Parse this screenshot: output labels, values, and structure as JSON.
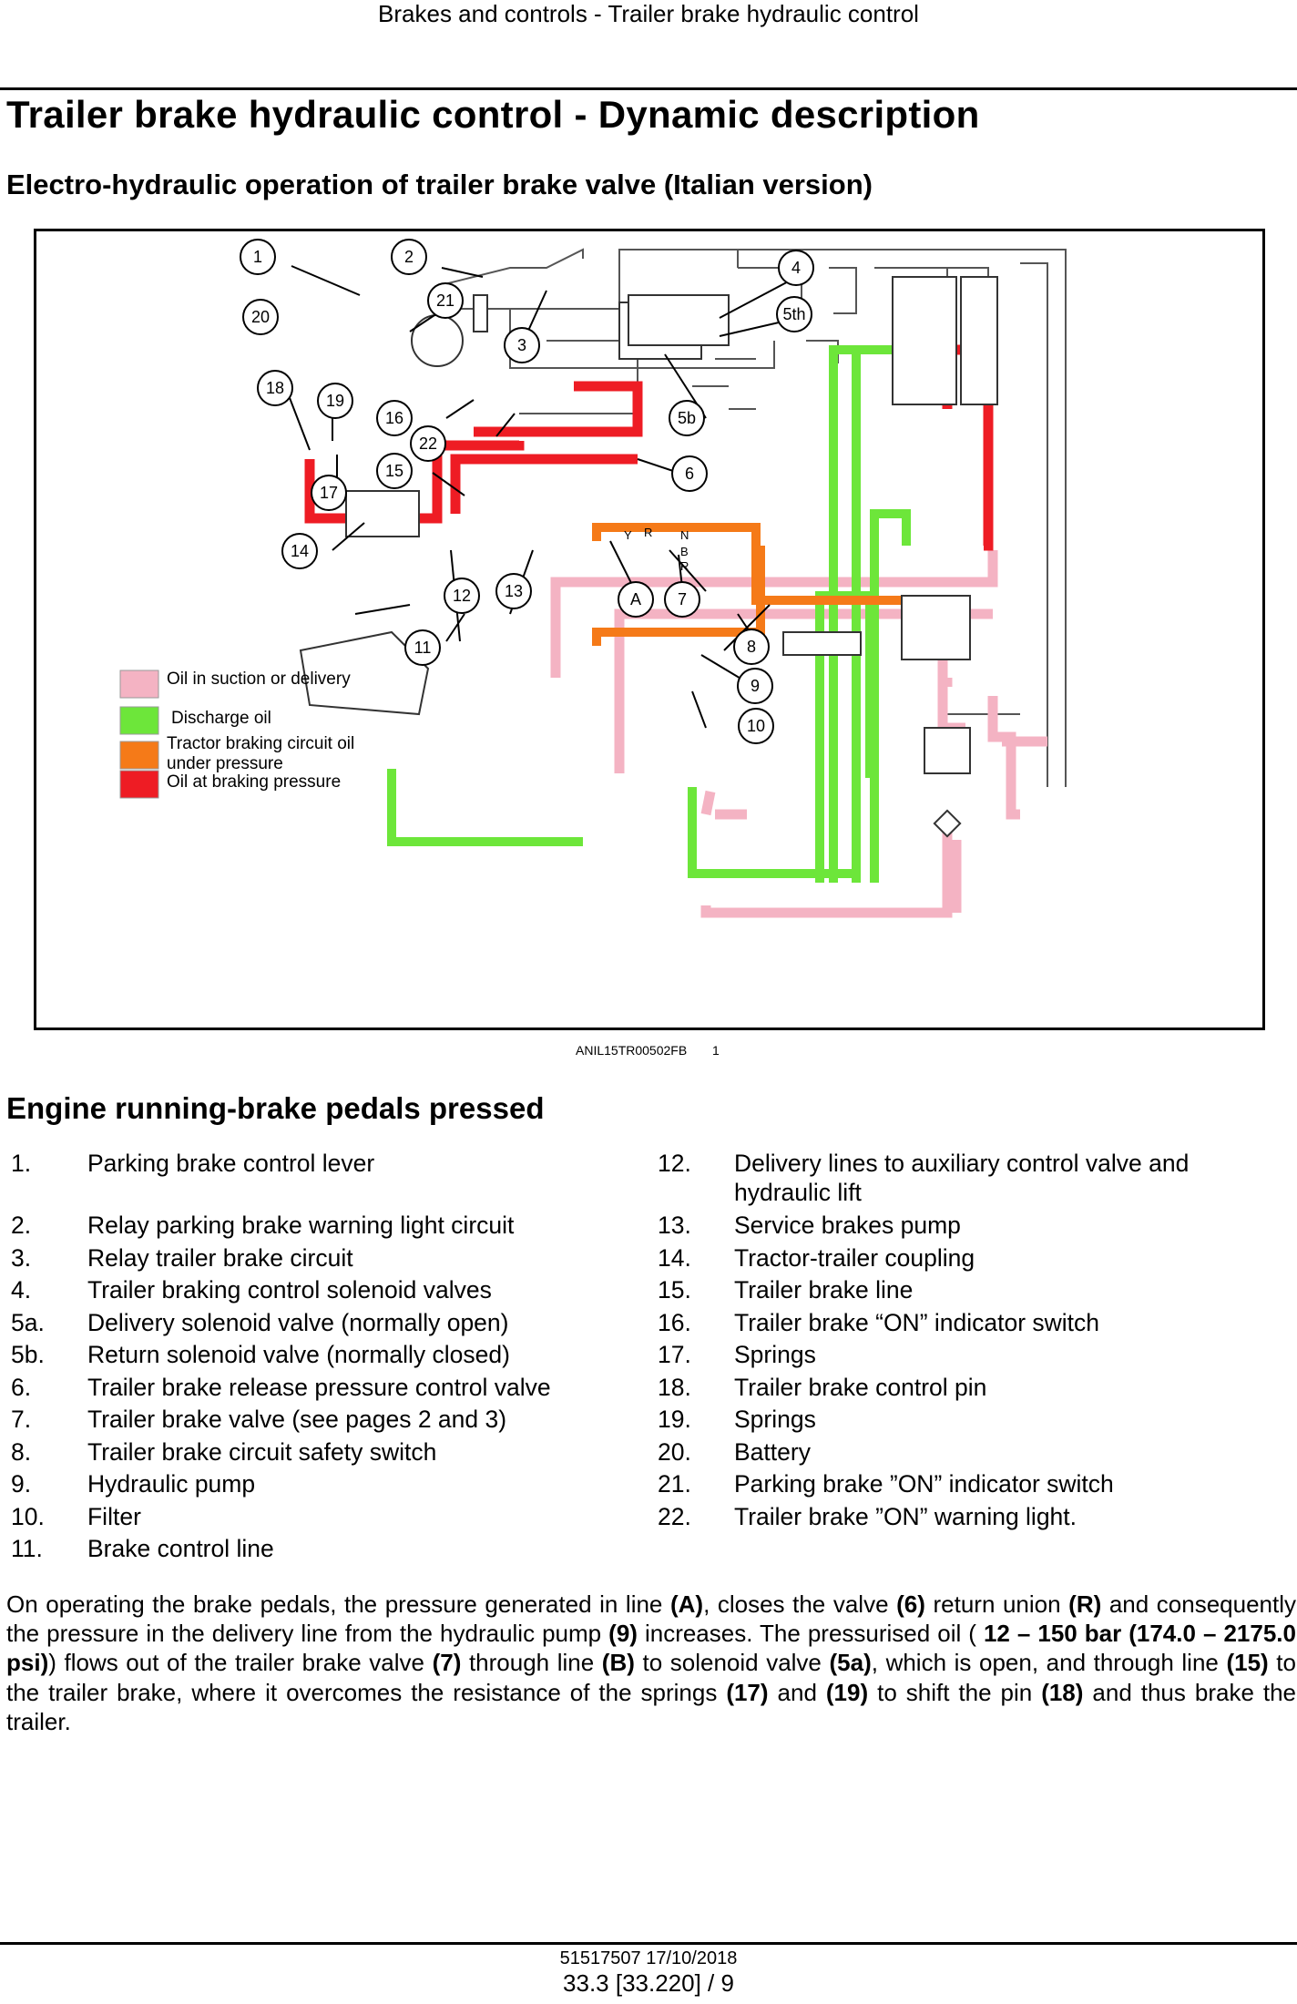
{
  "running_header": "Brakes and controls - Trailer brake hydraulic control",
  "title": "Trailer brake hydraulic control - Dynamic description",
  "subtitle": "Electro-hydraulic operation of trailer brake valve (Italian version)",
  "figure": {
    "code": "ANIL15TR00502FB",
    "number": "1",
    "callouts": [
      "1",
      "2",
      "3",
      "4",
      "5th",
      "5b",
      "6",
      "7",
      "8",
      "9",
      "10",
      "11",
      "12",
      "13",
      "14",
      "15",
      "16",
      "17",
      "18",
      "19",
      "20",
      "21",
      "22",
      "A"
    ],
    "port_letters": [
      "Y",
      "R",
      "N",
      "B",
      "R"
    ],
    "legend": [
      {
        "color": "#f4b3c3",
        "label": "Oil in suction or delivery"
      },
      {
        "color": "#6de63a",
        "label": "Discharge oil"
      },
      {
        "color": "#f57a18",
        "label": "Tractor braking circuit oil under pressure"
      },
      {
        "color": "#ee1c24",
        "label": "Oil at braking pressure"
      }
    ],
    "line_colors": {
      "suction": "#f4b3c3",
      "discharge": "#6de63a",
      "tractor": "#f57a18",
      "braking": "#ee1c24"
    }
  },
  "section_title": "Engine running-brake pedals pressed",
  "items_left": [
    {
      "num": "1.",
      "text": "Parking brake control lever"
    },
    {
      "num": "2.",
      "text": "Relay parking brake warning light circuit"
    },
    {
      "num": "3.",
      "text": "Relay trailer brake circuit"
    },
    {
      "num": "4.",
      "text": "Trailer braking control solenoid valves"
    },
    {
      "num": "5a.",
      "text": "Delivery solenoid valve (normally open)"
    },
    {
      "num": "5b.",
      "text": "Return solenoid valve (normally closed)"
    },
    {
      "num": "6.",
      "text": "Trailer brake release pressure control valve"
    },
    {
      "num": "7.",
      "text": "Trailer brake valve (see pages 2 and 3)"
    },
    {
      "num": "8.",
      "text": "Trailer brake circuit safety switch"
    },
    {
      "num": "9.",
      "text": "Hydraulic pump"
    },
    {
      "num": "10.",
      "text": "Filter"
    },
    {
      "num": "11.",
      "text": "Brake control line"
    }
  ],
  "items_right": [
    {
      "num": "12.",
      "text": "Delivery lines to auxiliary control valve and",
      "text2": "hydraulic lift"
    },
    {
      "num": "13.",
      "text": "Service brakes pump"
    },
    {
      "num": "14.",
      "text": "Tractor-trailer coupling"
    },
    {
      "num": "15.",
      "text": "Trailer brake line"
    },
    {
      "num": "16.",
      "text": "Trailer brake “ON” indicator switch"
    },
    {
      "num": "17.",
      "text": "Springs"
    },
    {
      "num": "18.",
      "text": "Trailer brake control pin"
    },
    {
      "num": "19.",
      "text": "Springs"
    },
    {
      "num": "20.",
      "text": "Battery"
    },
    {
      "num": "21.",
      "text": "Parking brake ”ON” indicator switch"
    },
    {
      "num": "22.",
      "text": "Trailer brake ”ON” warning light."
    }
  ],
  "paragraph": {
    "t01": "On operating the brake pedals, the pressure generated in line ",
    "b01": "(A)",
    "t02": ", closes the valve ",
    "b02": "(6)",
    "t03": " return union ",
    "b03": "(R)",
    "t04": " and consequently the pressure in the delivery line from the hydraulic pump ",
    "b04": "(9)",
    "t05": " increases. The pressurised oil ( ",
    "b05": "12 – 150 bar (174.0 – 2175.0 psi)",
    "t06": ") flows out of the trailer brake valve ",
    "b06": "(7)",
    "t07": " through line ",
    "b07": "(B)",
    "t08": " to solenoid valve ",
    "b08": "(5a)",
    "t09": ", which is open, and through line ",
    "b09": "(15)",
    "t10": " to the trailer brake, where it overcomes the resistance of the springs ",
    "b10": "(17)",
    "t11": " and ",
    "b11": "(19)",
    "t12": " to shift the pin ",
    "b12": "(18)",
    "t13": " and thus brake the trailer."
  },
  "footer": {
    "doc": "51517507 17/10/2018",
    "page": "33.3 [33.220] / 9"
  }
}
